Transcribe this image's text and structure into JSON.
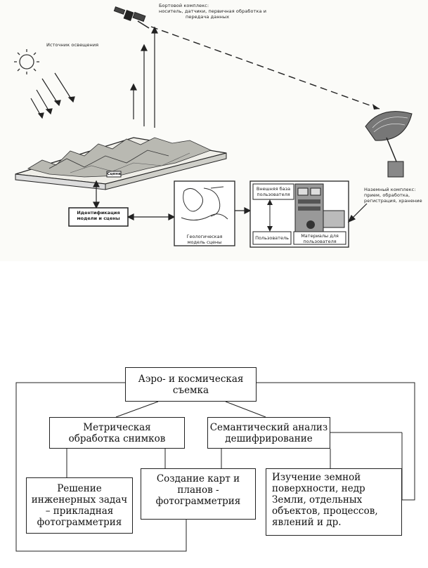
{
  "scheme": {
    "satellite_label": [
      "Бортовой комплекс:",
      "носитель, датчики, первичная обработка и",
      "передача данных"
    ],
    "sun_label": "Источник освещения",
    "scene_label": "Сцена",
    "ground_label": [
      "Наземный комплекс:",
      "прием, обработка,",
      "регистрация, хранение"
    ],
    "identification_label": [
      "Идентификация",
      "модели и сцены"
    ],
    "geo_model_label": [
      "Геологическая",
      "модель сцены"
    ],
    "user_db_label": [
      "Внешняя база",
      "пользователя"
    ],
    "user_label": "Пользователь",
    "materials_label": [
      "Материалы для",
      "пользователя"
    ]
  },
  "flow": {
    "top": [
      "Аэро- и космическая",
      "съемка"
    ],
    "metric": [
      "Метрическая",
      "обработка снимков"
    ],
    "semantic": [
      "Семантический анализ",
      "дешифрирование"
    ],
    "engineering": [
      "Решение",
      "инженерных задач",
      "– прикладная",
      "фотограмметрия"
    ],
    "maps": [
      "Создание карт и",
      "планов -",
      "фотограмметрия"
    ],
    "earth": [
      "Изучение земной",
      "поверхности, недр",
      "Земли, отдельных",
      "объектов, процессов,",
      "явлений и др."
    ]
  }
}
